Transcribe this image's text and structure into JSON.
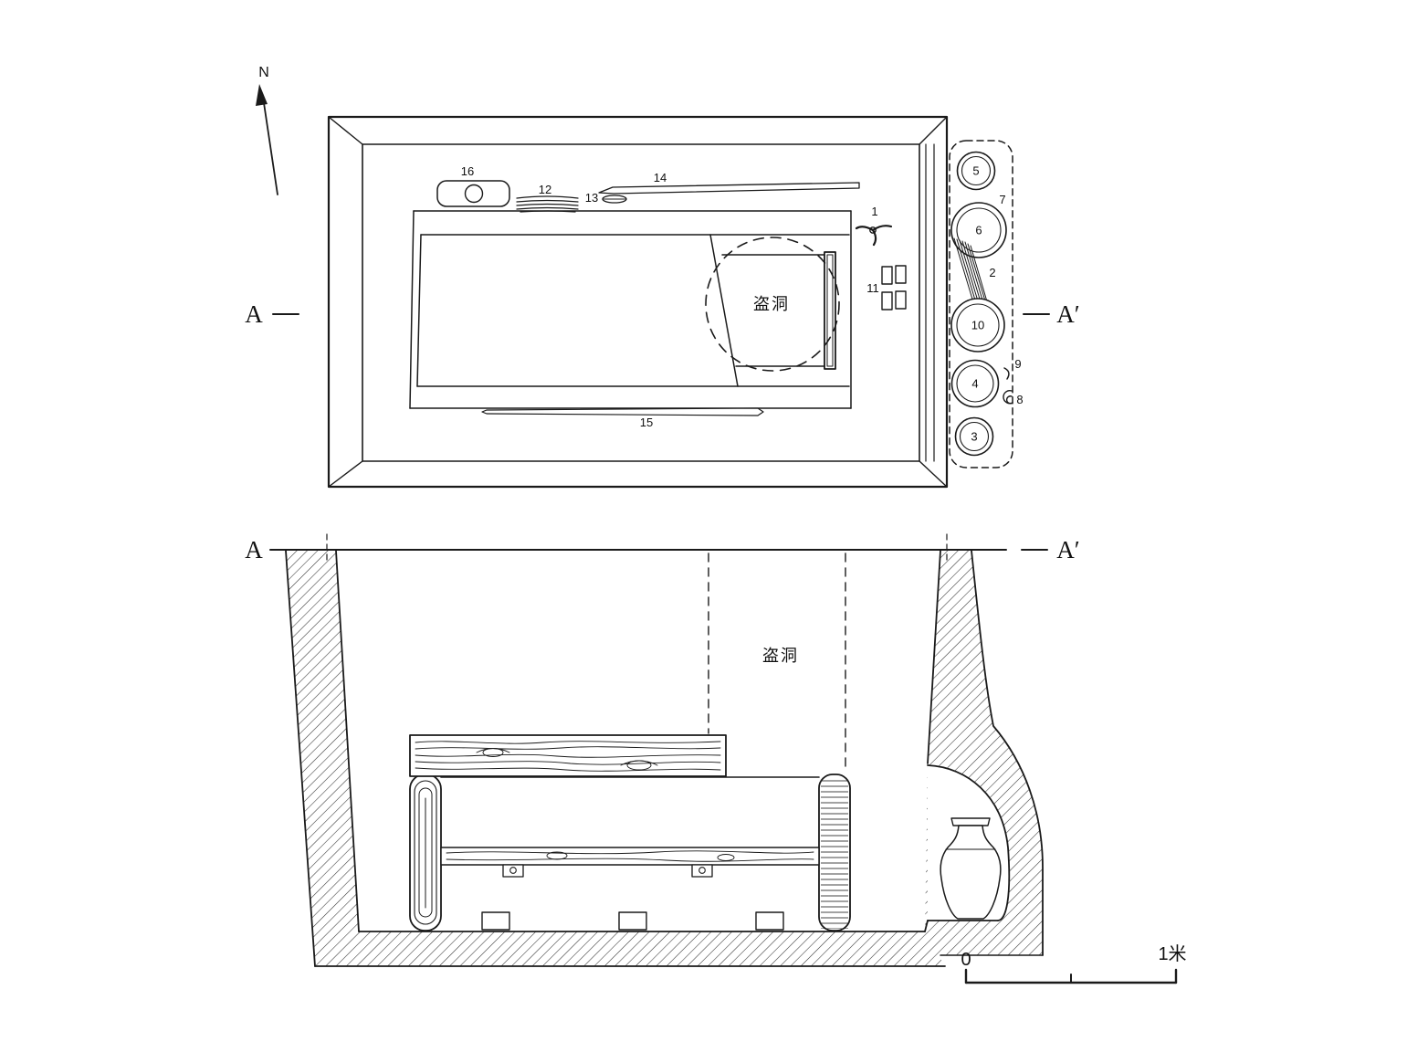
{
  "compass": {
    "label": "N"
  },
  "plan": {
    "section_marker_left": "A",
    "section_marker_right": "A′",
    "robber_hole_label": "盗洞",
    "artifacts": {
      "a1": "1",
      "a2": "2",
      "a3": "3",
      "a4": "4",
      "a5": "5",
      "a6": "6",
      "a7": "7",
      "a8": "8",
      "a9": "9",
      "a10": "10",
      "a11": "11",
      "a12": "12",
      "a13": "13",
      "a14": "14",
      "a15": "15",
      "a16": "16"
    }
  },
  "section": {
    "section_marker_left": "A",
    "section_marker_right": "A′",
    "robber_hole_label": "盗洞"
  },
  "scale_bar": {
    "zero_label": "0",
    "end_label": "1米"
  },
  "colors": {
    "ink": "#1a1a1a",
    "background": "#ffffff"
  }
}
